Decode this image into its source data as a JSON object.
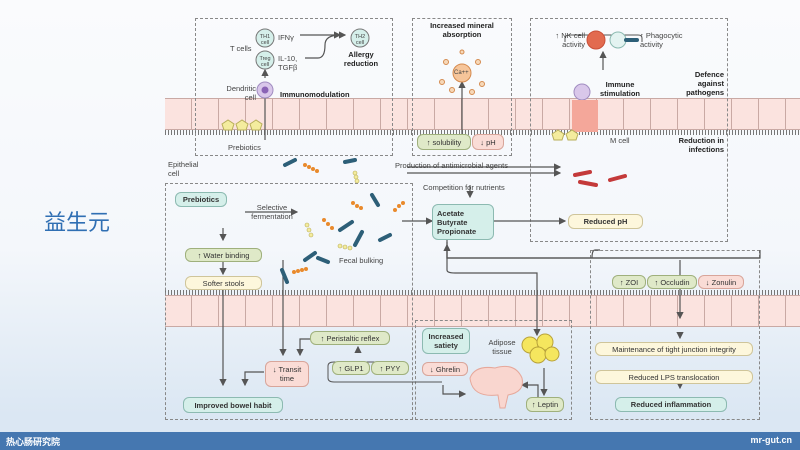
{
  "page_title": "益生元",
  "immunomodulation": {
    "t_cells": "T cells",
    "th1": "TH1 cell",
    "ifn": "IFNγ",
    "treg": "Treg cell",
    "il10": "IL-10, TGFβ",
    "th2": "TH2 cell",
    "allergy": "Allergy reduction",
    "dendritic": "Dendritic cell",
    "title": "Immunomodulation",
    "prebiotics": "Prebiotics"
  },
  "mineral": {
    "title": "Increased mineral absorption",
    "ca": "Ca++",
    "solubility": "↑ solubility",
    "ph": "↓ pH"
  },
  "defence": {
    "nk": "↑ NK cell activity",
    "phago": "↑ Phagocytic activity",
    "immune": "Immune stimulation",
    "defence_title": "Defence against pathogens",
    "mcell": "M cell",
    "reduction": "Reduction in infections"
  },
  "epithelial": "Epithelial cell",
  "fermentation": {
    "prebiotics": "Prebiotics",
    "selective": "Selective fermentation",
    "water": "↑ Water binding",
    "stools": "Softer stools",
    "bulking": "Fecal bulking"
  },
  "scfa": {
    "antimicrobial": "Production of antimicrobial agents",
    "competition": "Competition for nutrients",
    "items": [
      "Acetate",
      "Butyrate",
      "Propionate"
    ],
    "reduced_ph": "Reduced pH"
  },
  "bowel": {
    "peristaltic": "↑ Peristaltic reflex",
    "transit": "↓ Transit time",
    "glp1": "↑ GLP1",
    "pyy": "↑ PYY",
    "improved": "Improved bowel habit"
  },
  "satiety": {
    "title": "Increased satiety",
    "ghrelin": "↓ Ghrelin",
    "adipose": "Adipose tissue",
    "leptin": "↑ Leptin"
  },
  "barrier": {
    "zo1": "↑ ZOI",
    "occludin": "↑ Occludin",
    "zonulin": "↓ Zonulin",
    "tight": "Maintenance of tight junction integrity",
    "lps": "Reduced LPS translocation",
    "inflammation": "Reduced inflammation"
  },
  "footer": {
    "left": "热心肠研究院",
    "right": "mr-gut.cn"
  }
}
